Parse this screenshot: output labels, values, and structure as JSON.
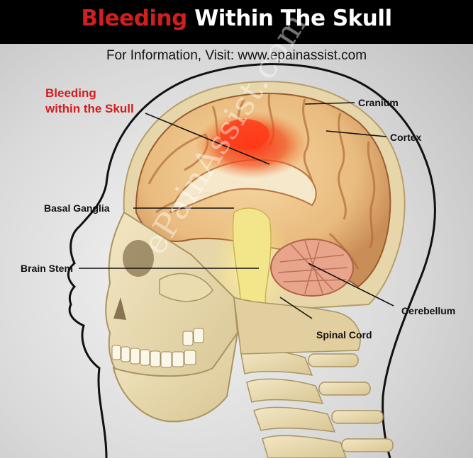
{
  "title": {
    "part1": "Bleeding",
    "part2": " Within The Skull"
  },
  "subtitle": "For Information, Visit: www.epainassist.com",
  "labels": {
    "bleeding_line1": "Bleeding",
    "bleeding_line2": "within the Skull",
    "cranium": "Cranium",
    "cortex": "Cortex",
    "basal_ganglia": "Basal Ganglia",
    "brain_stem": "Brain Stem",
    "cerebellum": "Cerebellum",
    "spinal_cord": "Spinal Cord"
  },
  "watermark": "ePainAssist.com",
  "colors": {
    "accent_red": "#d11e1e",
    "header_bg": "#000000"
  }
}
